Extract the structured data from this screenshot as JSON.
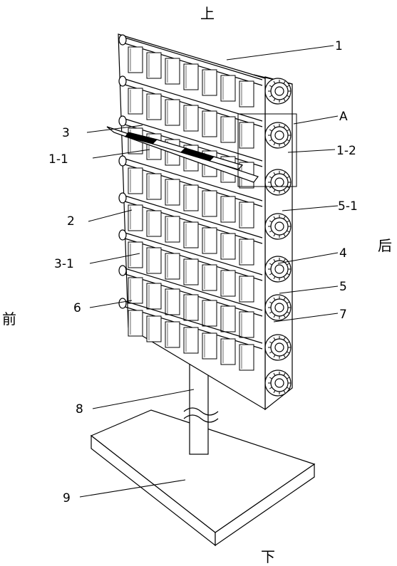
{
  "directions": {
    "top": "上",
    "bottom": "下",
    "front": "前",
    "back": "后"
  },
  "labels": [
    "1",
    "A",
    "1-2",
    "3",
    "1-1",
    "2",
    "5-1",
    "3-1",
    "4",
    "5",
    "6",
    "7",
    "8",
    "9"
  ],
  "colors": {
    "line": "#000000",
    "background": "#ffffff"
  }
}
